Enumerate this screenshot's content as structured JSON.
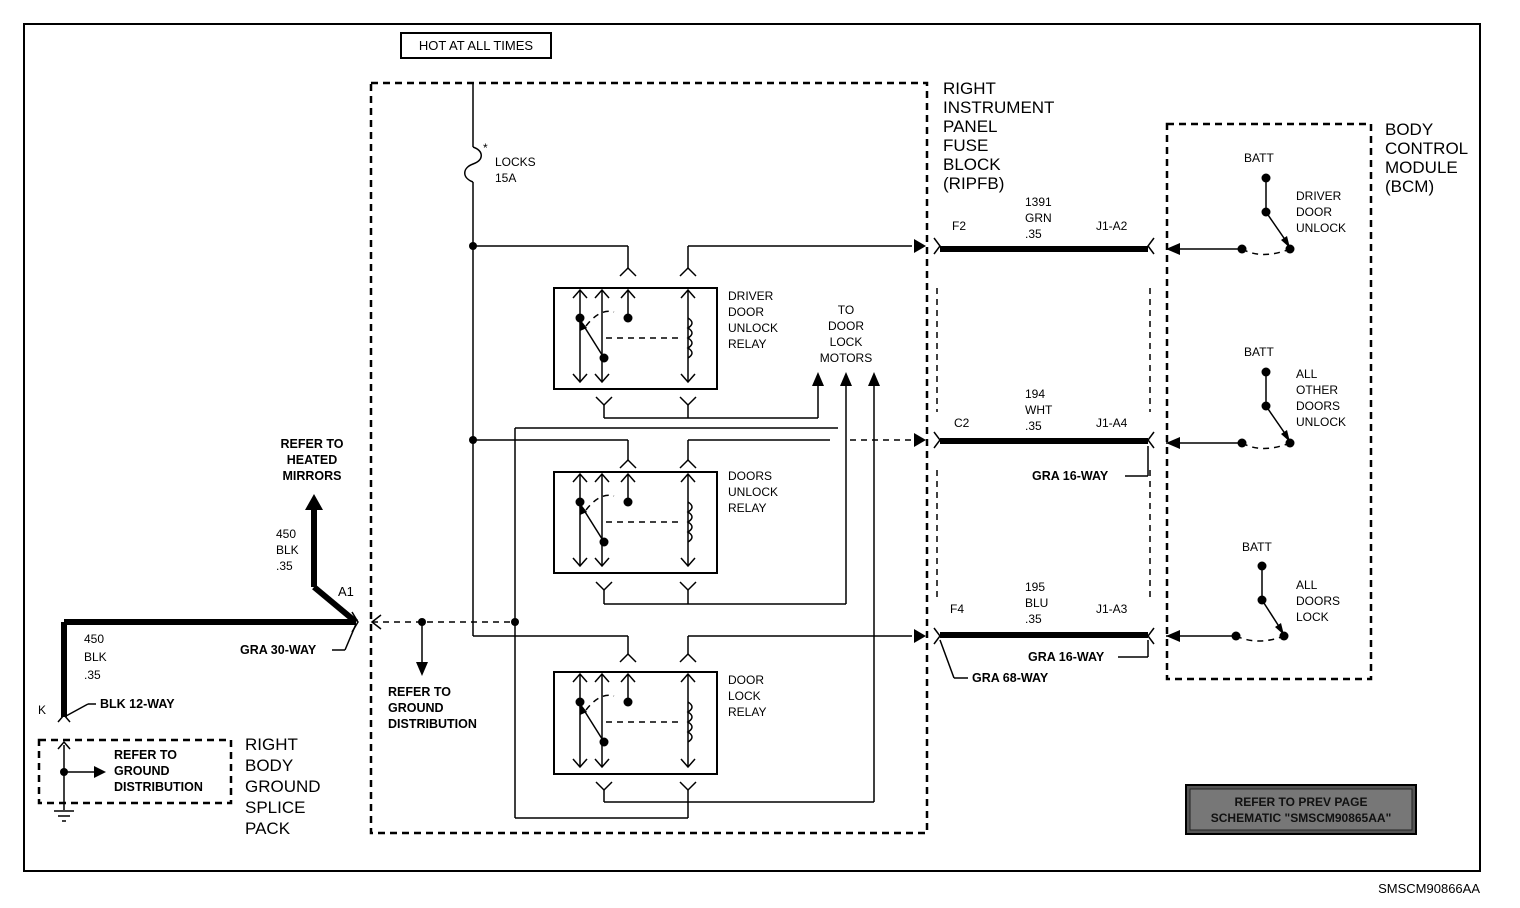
{
  "hot_label": "HOT AT ALL TIMES",
  "fuse": {
    "name": "LOCKS",
    "rating": "15A",
    "mark": "*"
  },
  "ripfb": {
    "title": [
      "RIGHT",
      "INSTRUMENT",
      "PANEL",
      "FUSE",
      "BLOCK",
      "(RIPFB)"
    ]
  },
  "bcm": {
    "title": [
      "BODY",
      "CONTROL",
      "MODULE",
      "(BCM)"
    ]
  },
  "relays": [
    {
      "label": [
        "DRIVER",
        "DOOR",
        "UNLOCK",
        "RELAY"
      ]
    },
    {
      "label": [
        "DOORS",
        "UNLOCK",
        "RELAY"
      ]
    },
    {
      "label": [
        "DOOR",
        "LOCK",
        "RELAY"
      ]
    }
  ],
  "to_motors": [
    "TO",
    "DOOR",
    "LOCK",
    "MOTORS"
  ],
  "circuits": [
    {
      "fuse_pin": "F2",
      "num": "1391",
      "color": "GRN",
      "gauge": ".35",
      "bcm_pin": "J1-A2"
    },
    {
      "fuse_pin": "C2",
      "num": "194",
      "color": "WHT",
      "gauge": ".35",
      "bcm_pin": "J1-A4"
    },
    {
      "fuse_pin": "F4",
      "num": "195",
      "color": "BLU",
      "gauge": ".35",
      "bcm_pin": "J1-A3"
    }
  ],
  "connectors": {
    "gra16_a": "GRA 16-WAY",
    "gra16_b": "GRA 16-WAY",
    "gra68": "GRA 68-WAY",
    "gra30": "GRA 30-WAY",
    "blk12": "BLK 12-WAY"
  },
  "bcm_switches": [
    {
      "batt": "BATT",
      "label": [
        "DRIVER",
        "DOOR",
        "UNLOCK"
      ]
    },
    {
      "batt": "BATT",
      "label": [
        "ALL",
        "OTHER",
        "DOORS",
        "UNLOCK"
      ]
    },
    {
      "batt": "BATT",
      "label": [
        "ALL",
        "DOORS",
        "LOCK"
      ]
    }
  ],
  "heated_mirrors": [
    "REFER TO",
    "HEATED",
    "MIRRORS"
  ],
  "wire_upper": {
    "num": "450",
    "color": "BLK",
    "gauge": ".35"
  },
  "wire_lower": {
    "num": "450",
    "color": "BLK",
    "gauge": ".35"
  },
  "pin_a1": "A1",
  "pin_k": "K",
  "ground_ref_center": [
    "REFER TO",
    "GROUND",
    "DISTRIBUTION"
  ],
  "ground_ref_box": [
    "REFER TO",
    "GROUND",
    "DISTRIBUTION"
  ],
  "splice_pack": [
    "RIGHT",
    "BODY",
    "GROUND",
    "SPLICE",
    "PACK"
  ],
  "note": [
    "REFER TO PREV PAGE",
    "SCHEMATIC \"SMSCM90865AA\""
  ],
  "figure_id": "SMSCM90866AA"
}
